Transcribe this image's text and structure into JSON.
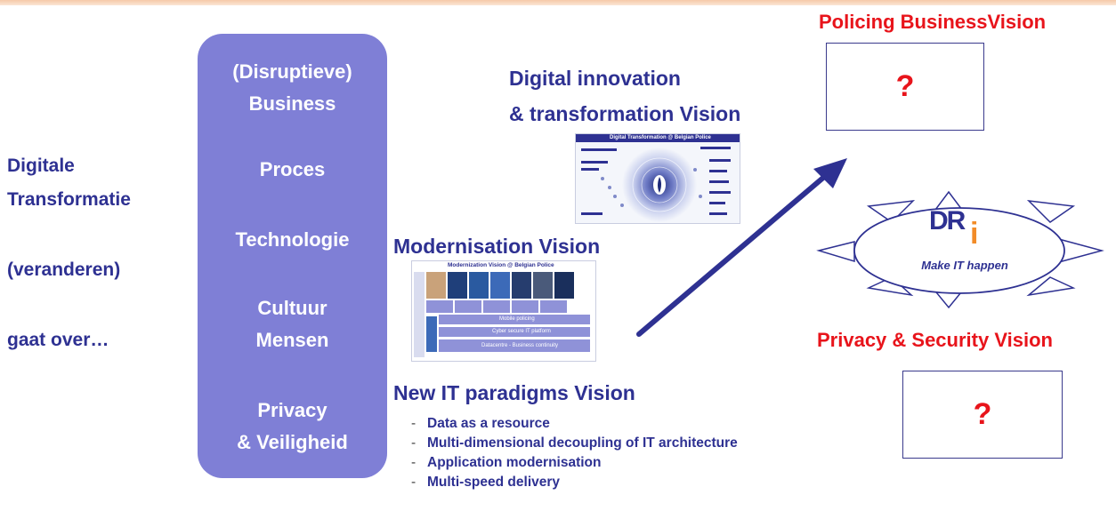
{
  "left": {
    "line1": "Digitale",
    "line2": "Transformatie",
    "line3": "(veranderen)",
    "line4": "gaat over…"
  },
  "pill": {
    "items": [
      "(Disruptieve)",
      "Business",
      "Proces",
      "Technologie",
      "Cultuur",
      "Mensen",
      "Privacy",
      "& Veiligheid"
    ]
  },
  "digital": {
    "title_line1": "Digital innovation",
    "title_line2": "& transformation  Vision",
    "thumb_title": "Digital Transformation @ Belgian Police"
  },
  "modernisation": {
    "title": "Modernisation  Vision",
    "thumb_title": "Modernization Vision @ Belgian Police",
    "thumb_rows": [
      "Mobile policing",
      "Cyber secure IT platform",
      "Datacentre - Business continuity"
    ]
  },
  "new_it": {
    "title": "New IT paradigms Vision",
    "bullets": [
      "Data as a resource",
      "Multi-dimensional decoupling of IT architecture",
      "Application modernisation",
      "Multi-speed delivery"
    ],
    "dash": "-"
  },
  "policing": {
    "title": "Policing BusinessVision",
    "mark": "?"
  },
  "privacy": {
    "title": "Privacy & Security Vision",
    "mark": "?"
  },
  "logo": {
    "text_dr": "DR",
    "text_i": "i",
    "tagline": "Make IT happen"
  },
  "colors": {
    "navy": "#2e3192",
    "red": "#e8141b",
    "pill": "#7f7fd6",
    "logo_orange": "#f28c28"
  }
}
